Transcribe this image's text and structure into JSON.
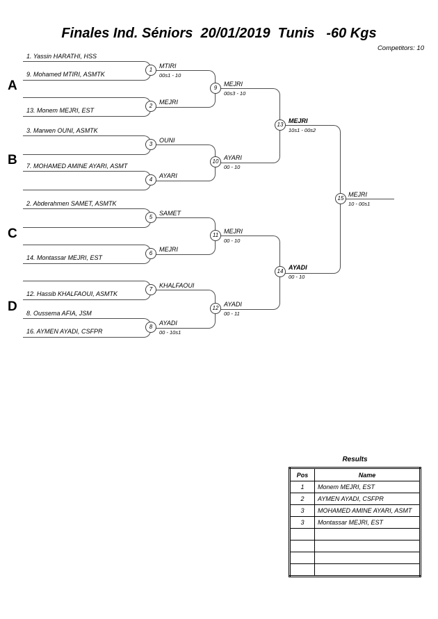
{
  "header": {
    "title": "Finales Ind. Séniors  20/01/2019  Tunis   -60 Kgs",
    "competitors": "Competitors: 10"
  },
  "pools": {
    "a": {
      "letter": "A",
      "slot1": "1. Yassin HARATHI, HSS",
      "slot2": "9. Mohamed MTIRI, ASMTK",
      "slot3": "",
      "slot4": "13. Monem MEJRI, EST"
    },
    "b": {
      "letter": "B",
      "slot1": "3. Marwen OUNI, ASMTK",
      "slot2": "",
      "slot3": "7. MOHAMED AMINE AYARI, ASMT",
      "slot4": ""
    },
    "c": {
      "letter": "C",
      "slot1": "2. Abderahmen SAMET, ASMTK",
      "slot2": "",
      "slot3": "",
      "slot4": "14. Montassar MEJRI, EST"
    },
    "d": {
      "letter": "D",
      "slot1": "",
      "slot2": "12. Hassib KHALFAOUI, ASMTK",
      "slot3": "8. Oussema AFIA, JSM",
      "slot4": "16. AYMEN AYADI, CSFPR"
    }
  },
  "matches": {
    "m1": {
      "no": "1",
      "winner": "MTIRI",
      "score": "00s1 - 10"
    },
    "m2": {
      "no": "2",
      "winner": "MEJRI",
      "score": ""
    },
    "m3": {
      "no": "3",
      "winner": "OUNI",
      "score": ""
    },
    "m4": {
      "no": "4",
      "winner": "AYARI",
      "score": ""
    },
    "m5": {
      "no": "5",
      "winner": "SAMET",
      "score": ""
    },
    "m6": {
      "no": "6",
      "winner": "MEJRI",
      "score": ""
    },
    "m7": {
      "no": "7",
      "winner": "KHALFAOUI",
      "score": ""
    },
    "m8": {
      "no": "8",
      "winner": "AYADI",
      "score": "00 - 10s1"
    },
    "m9": {
      "no": "9",
      "winner": "MEJRI",
      "score": "00s3 - 10"
    },
    "m10": {
      "no": "10",
      "winner": "AYARI",
      "score": "00 - 10"
    },
    "m11": {
      "no": "11",
      "winner": "MEJRI",
      "score": "00 - 10"
    },
    "m12": {
      "no": "12",
      "winner": "AYADI",
      "score": "00 - 11"
    },
    "m13": {
      "no": "13",
      "winner": "MEJRI",
      "score": "10s1 - 00s2"
    },
    "m14": {
      "no": "14",
      "winner": "AYADI",
      "score": "00 - 10"
    },
    "m15": {
      "no": "15",
      "winner": "MEJRI",
      "score": "10 - 00s1"
    }
  },
  "results": {
    "title": "Results",
    "headers": {
      "pos": "Pos",
      "name": "Name"
    },
    "rows": [
      {
        "pos": "1",
        "name": "Monem MEJRI, EST"
      },
      {
        "pos": "2",
        "name": "AYMEN AYADI, CSFPR"
      },
      {
        "pos": "3",
        "name": "MOHAMED AMINE AYARI, ASMT"
      },
      {
        "pos": "3",
        "name": "Montassar MEJRI, EST"
      },
      {
        "pos": "",
        "name": ""
      },
      {
        "pos": "",
        "name": ""
      },
      {
        "pos": "",
        "name": ""
      },
      {
        "pos": "",
        "name": ""
      }
    ]
  }
}
